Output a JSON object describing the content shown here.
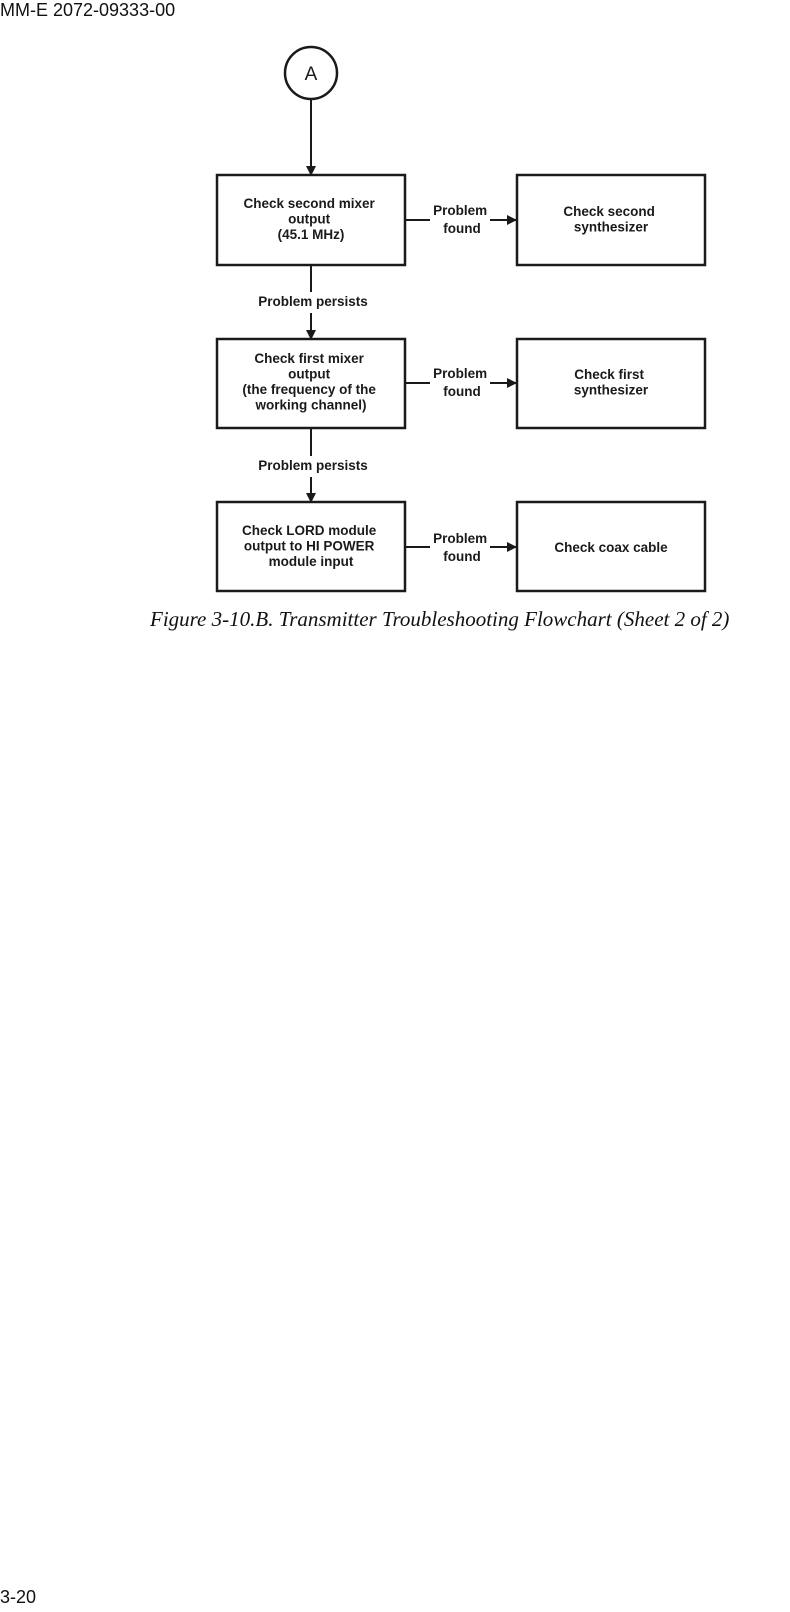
{
  "page": {
    "header": "MM-E 2072-09333-00",
    "footer": "3-20"
  },
  "diagram": {
    "connector": "A",
    "steps": [
      {
        "check": [
          "Check second mixer",
          "output",
          "(45.1 MHz)"
        ],
        "branch": [
          "Problem",
          "found"
        ],
        "action": [
          "Check second",
          "synthesizer"
        ]
      },
      {
        "check": [
          "Check first mixer",
          "output",
          "(the frequency of the",
          "working channel)"
        ],
        "branch": [
          "Problem",
          "found"
        ],
        "action": [
          "Check first",
          "synthesizer"
        ]
      },
      {
        "check": [
          "Check LORD module",
          "output to HI POWER",
          "module input"
        ],
        "branch": [
          "Problem",
          "found"
        ],
        "action": [
          "Check coax cable"
        ]
      }
    ],
    "persist_labels": [
      "Problem persists",
      "Problem persists"
    ],
    "caption": "Figure 3-10.B. Transmitter Troubleshooting Flowchart (Sheet 2 of 2)"
  }
}
